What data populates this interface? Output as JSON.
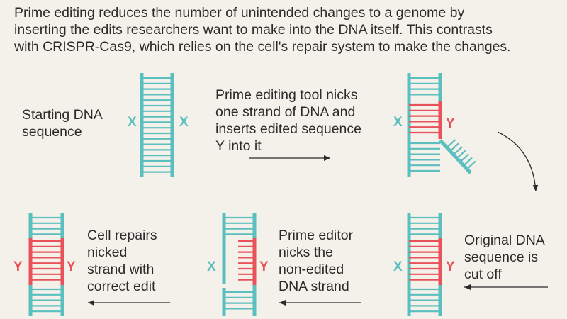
{
  "intro": {
    "line1": "Prime editing reduces the number of unintended changes to a genome by",
    "line2": "inserting the edits researchers want to make into the DNA itself. This contrasts",
    "line3": "with CRISPR-Cas9, which relies on the cell's repair system to make the changes."
  },
  "steps": {
    "start": {
      "line1": "Starting DNA",
      "line2": "sequence"
    },
    "nick": {
      "line1": "Prime editing tool nicks",
      "line2": "one strand of DNA and",
      "line3": "inserts edited sequence",
      "line4": "Y into it"
    },
    "cut": {
      "line1": "Original DNA",
      "line2": "sequence is",
      "line3": "cut off"
    },
    "second_nick": {
      "line1": "Prime editor",
      "line2": "nicks the",
      "line3": "non-edited",
      "line4": "DNA strand"
    },
    "repair": {
      "line1": "Cell repairs",
      "line2": "nicked",
      "line3": "strand with",
      "line4": "correct edit"
    }
  },
  "letters": {
    "original": "X",
    "edited": "Y"
  },
  "colors": {
    "original_dna": "#5bbfbf",
    "edited_dna": "#e8525a",
    "background": "#f4f1ea",
    "text": "#2b2b2b"
  }
}
